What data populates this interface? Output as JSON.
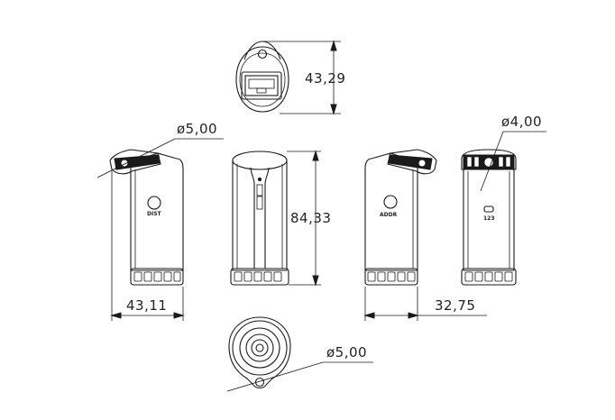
{
  "dimensions": {
    "top_height": "43,29",
    "front_height": "84,33",
    "left_width": "43,11",
    "right_width": "32,75",
    "hole_top": "ø5,00",
    "hole_bottom": "ø5,00",
    "hole_side": "ø4,00"
  },
  "labels": {
    "left_label": "DIST",
    "right_label": "ADDR",
    "side_label": "123"
  },
  "colors": {
    "line": "#1a1a1a",
    "background": "#ffffff"
  }
}
